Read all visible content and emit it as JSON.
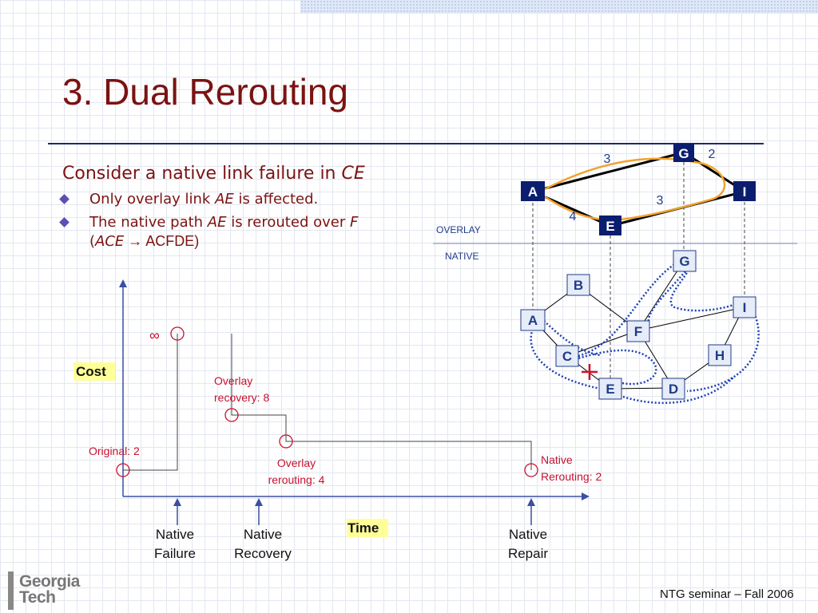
{
  "slide": {
    "title": "3. Dual Rerouting",
    "heading_prefix": "Consider a native link failure in ",
    "heading_em": "CE",
    "bullets": [
      {
        "pre": "Only overlay link ",
        "em": "AE",
        "post": " is affected."
      },
      {
        "pre": "The native path ",
        "em": "AE",
        "post": " is rerouted over ",
        "em2": "F"
      }
    ],
    "bullet2_cont": {
      "open": "(",
      "em": "ACE",
      "rest": " → ACFDE)"
    },
    "footer": "NTG seminar – Fall 2006",
    "logo": {
      "line1": "Georgia",
      "line2": "Tech"
    }
  },
  "network": {
    "layers": {
      "overlay": "OVERLAY",
      "native": "NATIVE"
    },
    "overlay_nodes": [
      {
        "id": "G",
        "label": "G"
      },
      {
        "id": "A",
        "label": "A"
      },
      {
        "id": "I",
        "label": "I"
      },
      {
        "id": "E",
        "label": "E"
      }
    ],
    "overlay_weights": [
      {
        "link": "A-G",
        "value": "3"
      },
      {
        "link": "G-I",
        "value": "2"
      },
      {
        "link": "E-I",
        "value": "3"
      },
      {
        "link": "A-E",
        "value": "4"
      }
    ],
    "native_nodes": [
      {
        "id": "G",
        "label": "G"
      },
      {
        "id": "B",
        "label": "B"
      },
      {
        "id": "I",
        "label": "I"
      },
      {
        "id": "A",
        "label": "A"
      },
      {
        "id": "F",
        "label": "F"
      },
      {
        "id": "C",
        "label": "C"
      },
      {
        "id": "H",
        "label": "H"
      },
      {
        "id": "E",
        "label": "E"
      },
      {
        "id": "D",
        "label": "D"
      }
    ],
    "failed_link": "C-E",
    "colors": {
      "overlay_node": "#0b1d6e",
      "path": "#f2a22c",
      "dotted": "#1e3fb5",
      "failure": "#d0112b"
    }
  },
  "timeline": {
    "y_label": "Cost",
    "x_label": "Time",
    "infinity": "∞",
    "events": {
      "failure": [
        "Native",
        "Failure"
      ],
      "recovery": [
        "Native",
        "Recovery"
      ],
      "repair": [
        "Native",
        "Repair"
      ]
    },
    "points": {
      "original": "Original: 2",
      "overlay_recovery": [
        "Overlay",
        "recovery: 8"
      ],
      "overlay_rerouting": [
        "Overlay",
        "rerouting: 4"
      ],
      "native_rerouting": [
        "Native",
        "Rerouting: 2"
      ]
    }
  }
}
